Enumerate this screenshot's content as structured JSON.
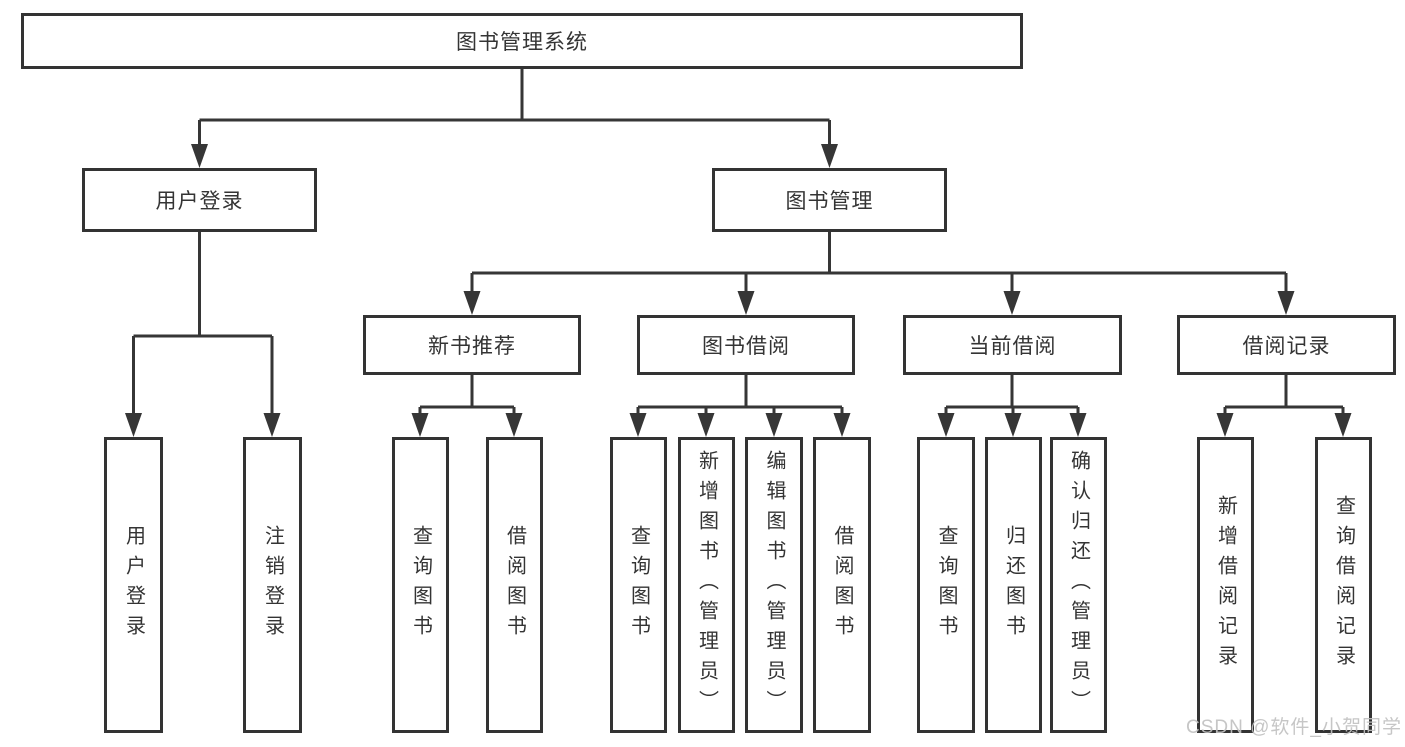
{
  "diagram": {
    "title": "图书管理系统",
    "nodes": {
      "root": "图书管理系统",
      "user_login": "用户登录",
      "book_management": "图书管理",
      "new_book_recommend": "新书推荐",
      "book_borrowing": "图书借阅",
      "current_borrowing": "当前借阅",
      "borrowing_records": "借阅记录",
      "login": "用户登录",
      "logout": "注销登录",
      "nb_query_books": "查询图书",
      "nb_borrow_books": "借阅图书",
      "bb_query_books": "查询图书",
      "bb_add_books_admin": "新增图书（管理员）",
      "bb_edit_books_admin": "编辑图书（管理员）",
      "bb_borrow_books": "借阅图书",
      "cb_query_books": "查询图书",
      "cb_return_books": "归还图书",
      "cb_confirm_return_admin": "确认归还（管理员）",
      "br_add_record": "新增借阅记录",
      "br_query_record": "查询借阅记录"
    },
    "colors": {
      "line": "#363636",
      "box_border": "#333333",
      "text": "#343434",
      "watermark": "#c1c1c1",
      "background": "#ffffff"
    }
  },
  "watermark": {
    "text": "CSDN @软件_小贺同学"
  }
}
